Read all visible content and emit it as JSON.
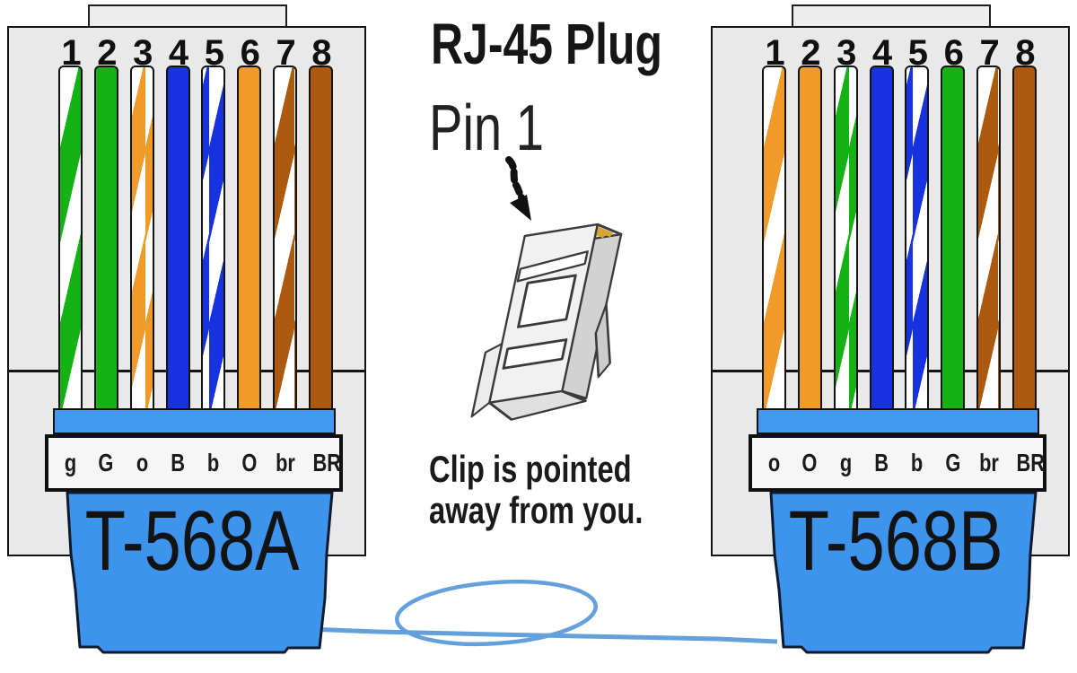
{
  "title": "RJ-45 Plug",
  "pin_callout": "Pin 1",
  "clip_note": {
    "line1": "Clip is pointed",
    "line2": "away from you."
  },
  "connectors": [
    {
      "name": "T-568A",
      "pin_numbers": [
        "1",
        "2",
        "3",
        "4",
        "5",
        "6",
        "7",
        "8"
      ],
      "wire_labels": [
        "g",
        "G",
        "o",
        "B",
        "b",
        "O",
        "br",
        "BR"
      ],
      "wires": [
        {
          "pin": 1,
          "style": "striped",
          "color_name": "green"
        },
        {
          "pin": 2,
          "style": "solid",
          "color_name": "green"
        },
        {
          "pin": 3,
          "style": "striped",
          "color_name": "orange"
        },
        {
          "pin": 4,
          "style": "solid",
          "color_name": "blue"
        },
        {
          "pin": 5,
          "style": "striped",
          "color_name": "blue"
        },
        {
          "pin": 6,
          "style": "solid",
          "color_name": "orange"
        },
        {
          "pin": 7,
          "style": "striped",
          "color_name": "brown"
        },
        {
          "pin": 8,
          "style": "solid",
          "color_name": "brown"
        }
      ]
    },
    {
      "name": "T-568B",
      "pin_numbers": [
        "1",
        "2",
        "3",
        "4",
        "5",
        "6",
        "7",
        "8"
      ],
      "wire_labels": [
        "o",
        "O",
        "g",
        "B",
        "b",
        "G",
        "br",
        "BR"
      ],
      "wires": [
        {
          "pin": 1,
          "style": "striped",
          "color_name": "orange"
        },
        {
          "pin": 2,
          "style": "solid",
          "color_name": "orange"
        },
        {
          "pin": 3,
          "style": "striped",
          "color_name": "green"
        },
        {
          "pin": 4,
          "style": "solid",
          "color_name": "blue"
        },
        {
          "pin": 5,
          "style": "striped",
          "color_name": "blue"
        },
        {
          "pin": 6,
          "style": "solid",
          "color_name": "green"
        },
        {
          "pin": 7,
          "style": "striped",
          "color_name": "brown"
        },
        {
          "pin": 8,
          "style": "solid",
          "color_name": "brown"
        }
      ]
    }
  ],
  "colors": {
    "green": "#14b214",
    "orange": "#f09a28",
    "blue": "#1832e0",
    "brown": "#ab5a10",
    "body_gray": "#e9e9e9",
    "bar_blue": "#4399f2",
    "boot_blue": "#3e94ec",
    "cable_blue": "#64a0dc",
    "label_box_bg": "#f6f6f6"
  }
}
